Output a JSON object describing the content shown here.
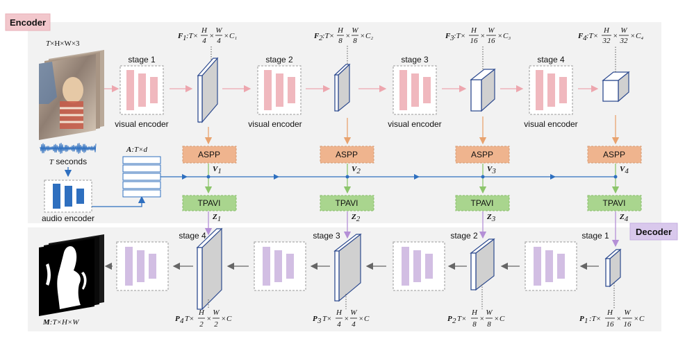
{
  "encoder_tag": "Encoder",
  "decoder_tag": "Decoder",
  "input": {
    "shape_prefix": "T",
    "shape": "×H×W×3"
  },
  "audio": {
    "seconds_var": "T",
    "seconds_label": " seconds",
    "encoder_label": "audio encoder",
    "feature_name": "A",
    "feature_shape": ":T×d"
  },
  "encoder_stages": [
    {
      "stage": "stage 1",
      "caption": "visual encoder",
      "feat": "F",
      "sub": "1",
      "hdiv": "4",
      "wdiv": "4",
      "c": "C₁",
      "aspp": "ASPP",
      "v": "V",
      "vsub": "1",
      "tpavi": "TPAVI",
      "z": "Z",
      "zsub": "1"
    },
    {
      "stage": "stage 2",
      "caption": "visual encoder",
      "feat": "F",
      "sub": "2",
      "hdiv": "8",
      "wdiv": "8",
      "c": "C₂",
      "aspp": "ASPP",
      "v": "V",
      "vsub": "2",
      "tpavi": "TPAVI",
      "z": "Z",
      "zsub": "2"
    },
    {
      "stage": "stage 3",
      "caption": "visual encoder",
      "feat": "F",
      "sub": "3",
      "hdiv": "16",
      "wdiv": "16",
      "c": "C₃",
      "aspp": "ASPP",
      "v": "V",
      "vsub": "3",
      "tpavi": "TPAVI",
      "z": "Z",
      "zsub": "3"
    },
    {
      "stage": "stage 4",
      "caption": "visual encoder",
      "feat": "F",
      "sub": "4",
      "hdiv": "32",
      "wdiv": "32",
      "c": "C₄",
      "aspp": "ASPP",
      "v": "V",
      "vsub": "4",
      "tpavi": "TPAVI",
      "z": "Z",
      "zsub": "4"
    }
  ],
  "decoder_stages": [
    {
      "stage": "stage 4",
      "feat": "P",
      "sub": "4",
      "hdiv": "2",
      "wdiv": "2",
      "c": "C"
    },
    {
      "stage": "stage 3",
      "feat": "P",
      "sub": "3",
      "hdiv": "4",
      "wdiv": "4",
      "c": "C"
    },
    {
      "stage": "stage 2",
      "feat": "P",
      "sub": "2",
      "hdiv": "8",
      "wdiv": "8",
      "c": "C"
    },
    {
      "stage": "stage 1",
      "feat": "P",
      "sub": "1",
      "hdiv": "16",
      "wdiv": "16",
      "c": "C"
    }
  ],
  "shape_parts": {
    "colon_t": ":T×",
    "times": "×",
    "h": "H",
    "w": "W",
    "pre_t": "T×"
  },
  "output": {
    "name": "M",
    "shape": ":T×H×W"
  },
  "colors": {
    "pink": "#f0b8be",
    "pink_arrow": "#eda6ae",
    "lavender": "#d2bee3",
    "aspp_fill": "#efb48e",
    "tpavi_fill": "#a9d58e",
    "audio_blue": "#2e6fbf",
    "panel": "#f2f2f2",
    "encoder_tag_fill": "#f2c7cc",
    "decoder_tag_fill": "#d9c8ec"
  }
}
